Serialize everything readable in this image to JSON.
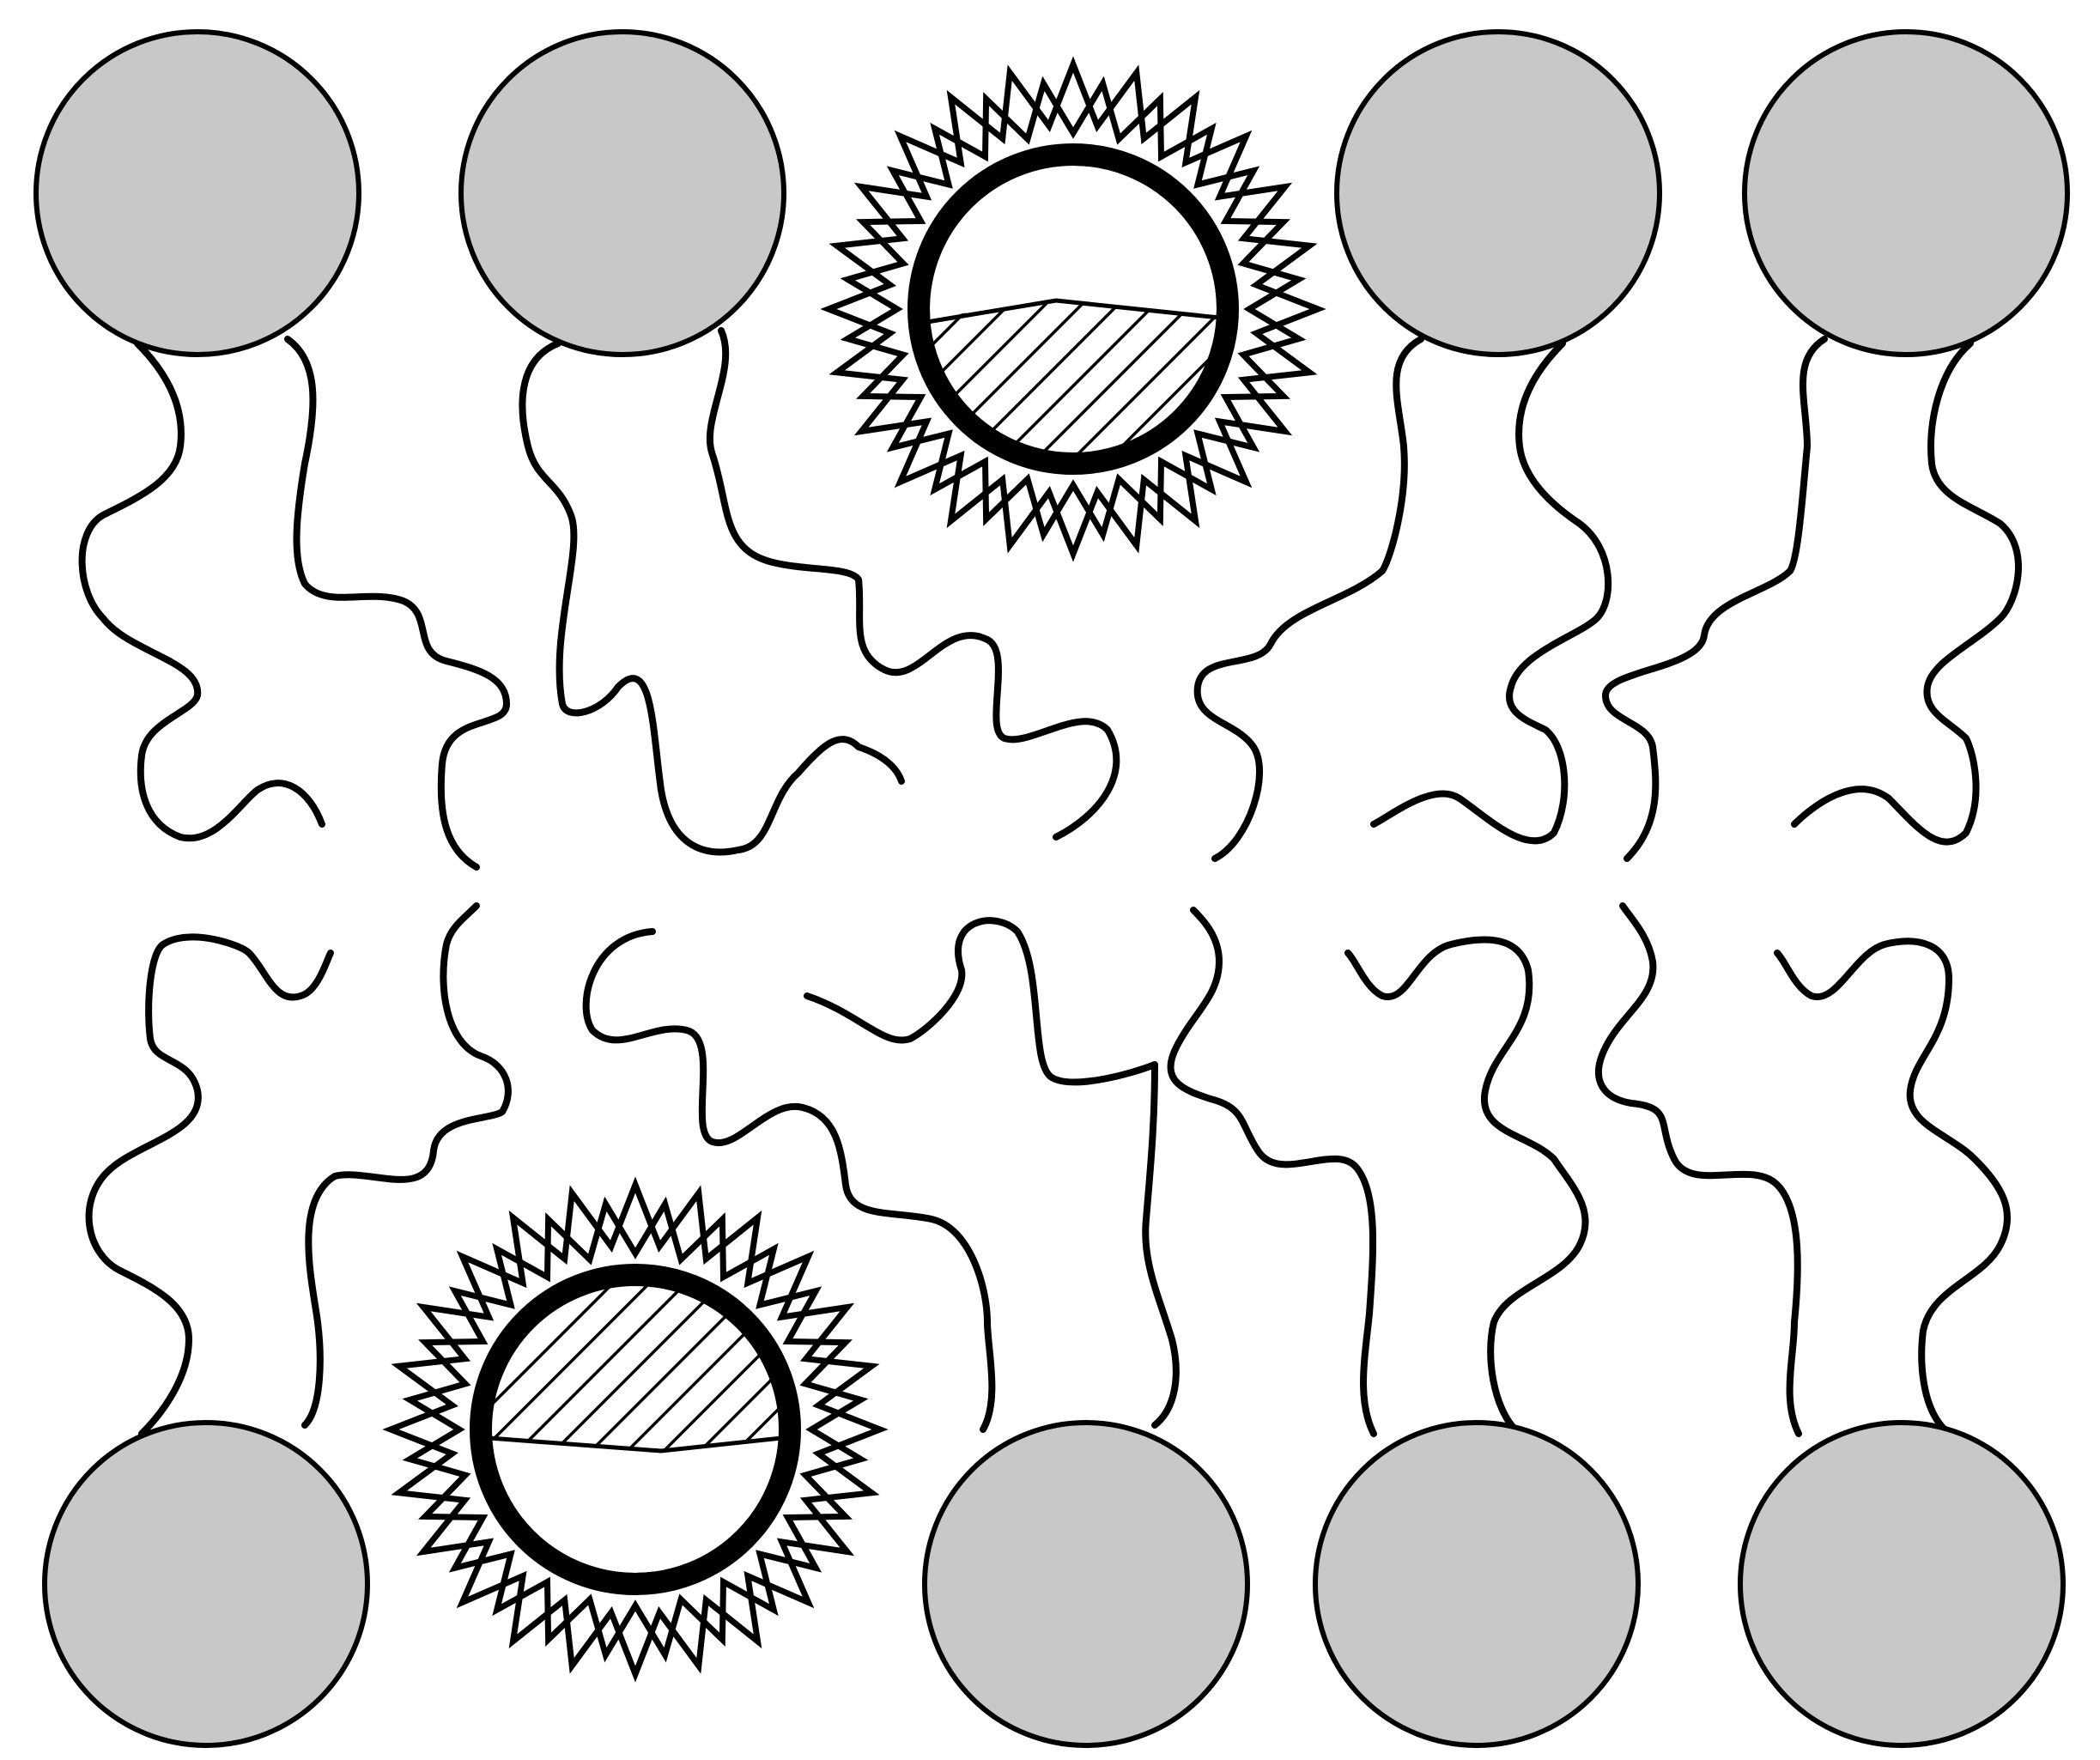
{
  "diagram": {
    "colors": {
      "background": "#ffffff",
      "head_fill": "#c8c8c8",
      "line": "#000000",
      "particle_core": "#ffffff"
    },
    "upper_leaflet": {
      "lipid_count": 4,
      "particle_count": 1
    },
    "lower_leaflet": {
      "lipid_count": 4,
      "particle_count": 1
    },
    "particle": {
      "shell_icon": "spiky-ring-icon",
      "core_icon": "half-hatched-circle-icon",
      "spike_count": 24
    },
    "lipid": {
      "head_icon": "circle-head-icon",
      "tail_icon": "wavy-tail-icon",
      "tails_per_lipid": 2
    }
  }
}
